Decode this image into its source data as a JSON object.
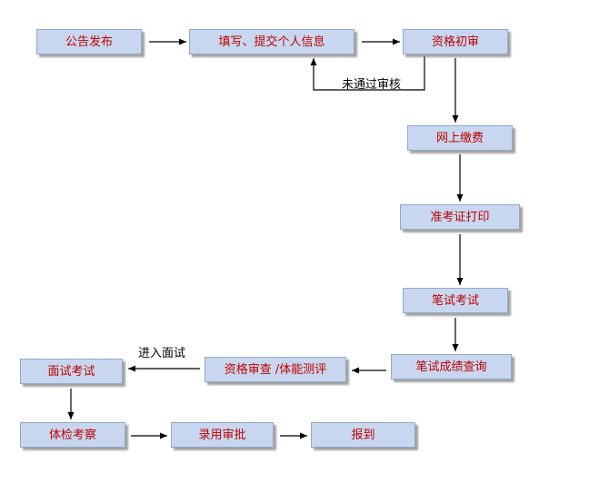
{
  "diagram": {
    "type": "flowchart",
    "background": "#ffffff",
    "colors": {
      "node_fill": "#c8d7ef",
      "node_border": "#93a9c8",
      "node_text": "#c00000",
      "arrow": "#000000"
    },
    "nodes": [
      {
        "id": "announcement",
        "label": "公告发布"
      },
      {
        "id": "submit-info",
        "label": "填写、提交个人信息"
      },
      {
        "id": "initial-review",
        "label": "资格初审"
      },
      {
        "id": "online-payment",
        "label": "网上缴费"
      },
      {
        "id": "ticket-print",
        "label": "准考证打印"
      },
      {
        "id": "written-exam",
        "label": "笔试考试"
      },
      {
        "id": "score-query",
        "label": "笔试成绩查询"
      },
      {
        "id": "qual-fitness",
        "label": "资格审查 /体能测评"
      },
      {
        "id": "interview-exam",
        "label": "面试考试"
      },
      {
        "id": "physical-exam",
        "label": "体检考察"
      },
      {
        "id": "approval",
        "label": "录用审批"
      },
      {
        "id": "report",
        "label": "报到"
      }
    ],
    "edges": [
      {
        "from": "announcement",
        "to": "submit-info",
        "label": ""
      },
      {
        "from": "submit-info",
        "to": "initial-review",
        "label": ""
      },
      {
        "from": "initial-review",
        "to": "submit-info",
        "label": "未通过审核"
      },
      {
        "from": "initial-review",
        "to": "online-payment",
        "label": ""
      },
      {
        "from": "online-payment",
        "to": "ticket-print",
        "label": ""
      },
      {
        "from": "ticket-print",
        "to": "written-exam",
        "label": ""
      },
      {
        "from": "written-exam",
        "to": "score-query",
        "label": ""
      },
      {
        "from": "score-query",
        "to": "qual-fitness",
        "label": ""
      },
      {
        "from": "qual-fitness",
        "to": "interview-exam",
        "label": "进入面试"
      },
      {
        "from": "interview-exam",
        "to": "physical-exam",
        "label": ""
      },
      {
        "from": "physical-exam",
        "to": "approval",
        "label": ""
      },
      {
        "from": "approval",
        "to": "report",
        "label": ""
      }
    ]
  }
}
